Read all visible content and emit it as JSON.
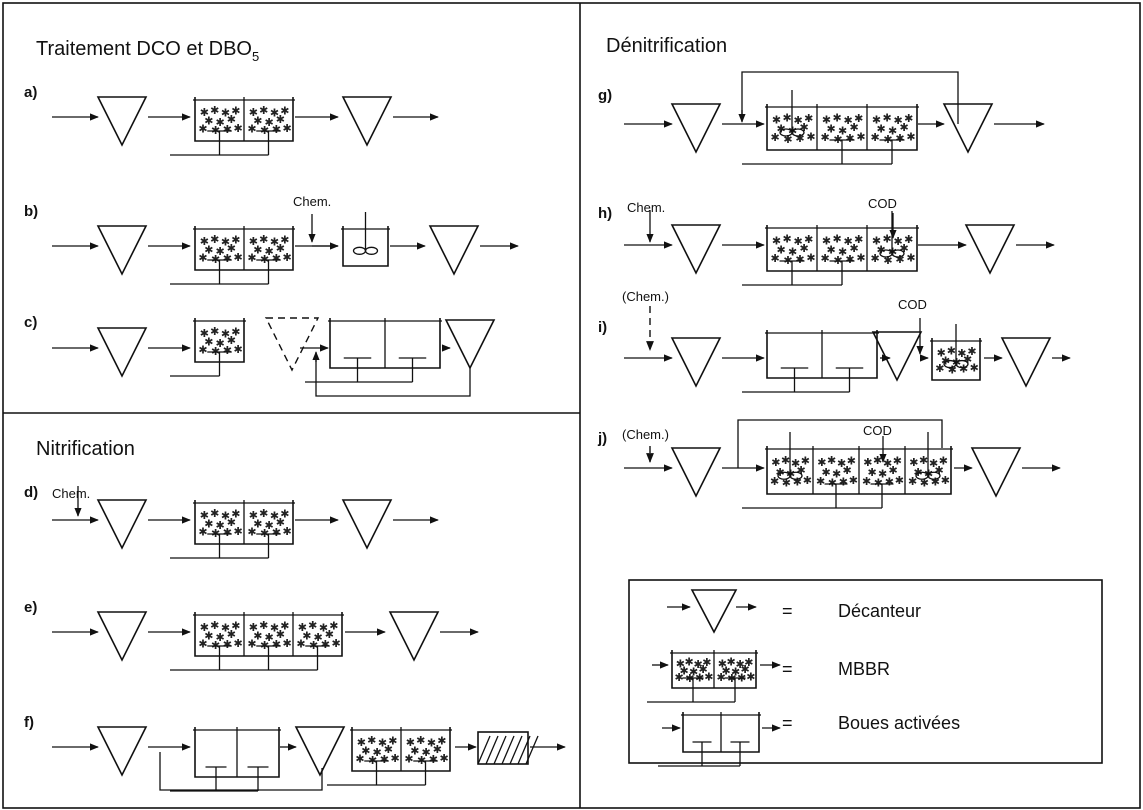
{
  "panels": {
    "dco_dbo": {
      "title_main": "Traitement DCO et DBO",
      "title_sub": "5"
    },
    "denitrification": {
      "title": "Dénitrification"
    },
    "nitrification": {
      "title": "Nitrification"
    }
  },
  "rows": {
    "a": {
      "label": "a)"
    },
    "b": {
      "label": "b)",
      "chem": "Chem."
    },
    "c": {
      "label": "c)"
    },
    "d": {
      "label": "d)",
      "chem": "Chem."
    },
    "e": {
      "label": "e)"
    },
    "f": {
      "label": "f)"
    },
    "g": {
      "label": "g)"
    },
    "h": {
      "label": "h)",
      "chem": "Chem.",
      "cod": "COD"
    },
    "i": {
      "label": "i)",
      "chem": "(Chem.)",
      "cod": "COD"
    },
    "j": {
      "label": "j)",
      "chem": "(Chem.)",
      "cod": "COD"
    }
  },
  "legend": {
    "items": [
      {
        "symbol": "decanter-icon",
        "eq": "=",
        "text": "Décanteur"
      },
      {
        "symbol": "mbbr-icon",
        "eq": "=",
        "text": "MBBR"
      },
      {
        "symbol": "activated-sludge-icon",
        "eq": "=",
        "text": "Boues activées"
      }
    ]
  },
  "colors": {
    "line": "#111111",
    "background": "#ffffff"
  }
}
